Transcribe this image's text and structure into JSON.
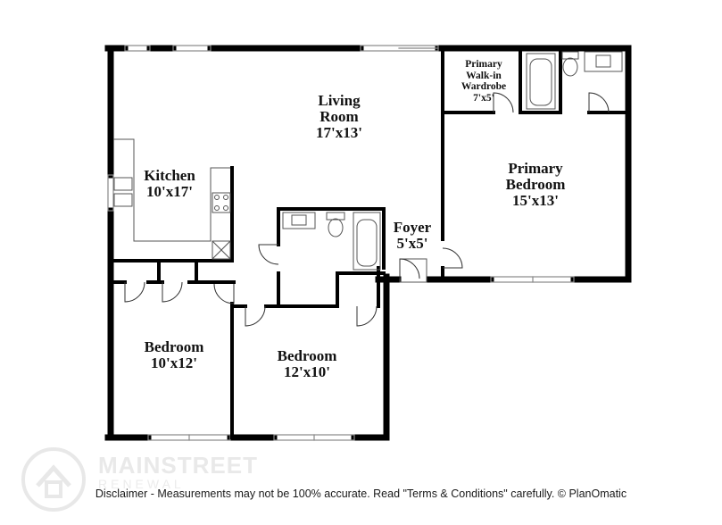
{
  "rooms": {
    "living": {
      "name": "Living\nRoom",
      "size": "17'x13'"
    },
    "kitchen": {
      "name": "Kitchen",
      "size": "10'x17'"
    },
    "primary_wardrobe": {
      "name": "Primary\nWalk-in\nWardrobe",
      "size": "7'x5'"
    },
    "primary_bedroom": {
      "name": "Primary\nBedroom",
      "size": "15'x13'"
    },
    "foyer": {
      "name": "Foyer",
      "size": "5'x5'"
    },
    "bedroom_left": {
      "name": "Bedroom",
      "size": "10'x12'"
    },
    "bedroom_mid": {
      "name": "Bedroom",
      "size": "12'x10'"
    }
  },
  "disclaimer": "Disclaimer - Measurements may not be 100% accurate. Read \"Terms & Conditions\" carefully. © PlanOmatic",
  "watermark": {
    "brand": "MAINSTREET",
    "sub": "RENEWAL",
    "icon": "house-circle-logo-icon"
  },
  "colors": {
    "wall": "#000000",
    "fixture": "#555555",
    "watermark": "#e6e6e6"
  }
}
